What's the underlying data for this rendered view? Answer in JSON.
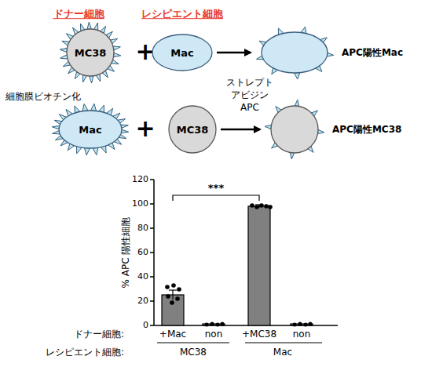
{
  "diagram": {
    "nodes": [
      {
        "text": [
          "MC38"
        ]
      },
      {
        "text": [
          "Mac"
        ]
      },
      {
        "text": [
          "APC陽性Mac"
        ]
      },
      {
        "text": [
          "Mac"
        ]
      },
      {
        "text": [
          "MC38"
        ]
      },
      {
        "text": [
          "APC陽性MC38"
        ]
      }
    ],
    "edges": [
      {
        "from": 1,
        "to": 2,
        "arrow": "to"
      },
      {
        "from": 4,
        "to": 5,
        "arrow": "to"
      }
    ],
    "labels": [
      "ドナー細胞",
      "レシピエント細胞",
      "+",
      "+",
      "細胞膜ビオチン化",
      "ストレプト アビジン APC",
      "120",
      "100",
      "80",
      "60",
      "40",
      "20",
      "0",
      "% APC 陽性細胞",
      "***",
      "ドナー細胞:",
      "+Mac",
      "non",
      "+MC38",
      "non",
      "レシピエント細胞:",
      "MC38",
      "Mac"
    ]
  }
}
